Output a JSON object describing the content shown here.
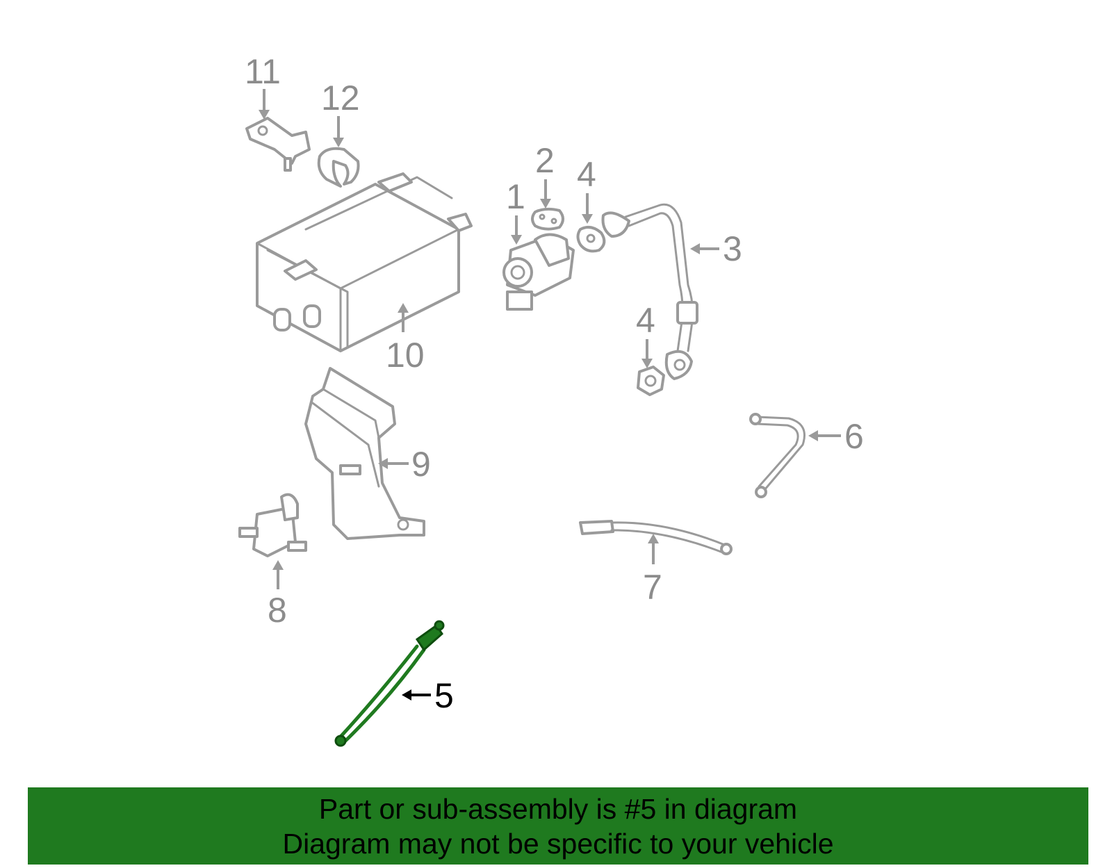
{
  "callouts": {
    "c1": "1",
    "c2": "2",
    "c3": "3",
    "c4a": "4",
    "c4b": "4",
    "c5": "5",
    "c6": "6",
    "c7": "7",
    "c8": "8",
    "c9": "9",
    "c10": "10",
    "c11": "11",
    "c12": "12"
  },
  "highlighted_part": "5",
  "colors": {
    "highlight": "#1f7a1f",
    "parts": "#9a9a9a",
    "banner": "#1f7a1f"
  },
  "banner": {
    "line1": "Part or sub-assembly is #5 in diagram",
    "line2": "Diagram may not be specific to your vehicle"
  }
}
